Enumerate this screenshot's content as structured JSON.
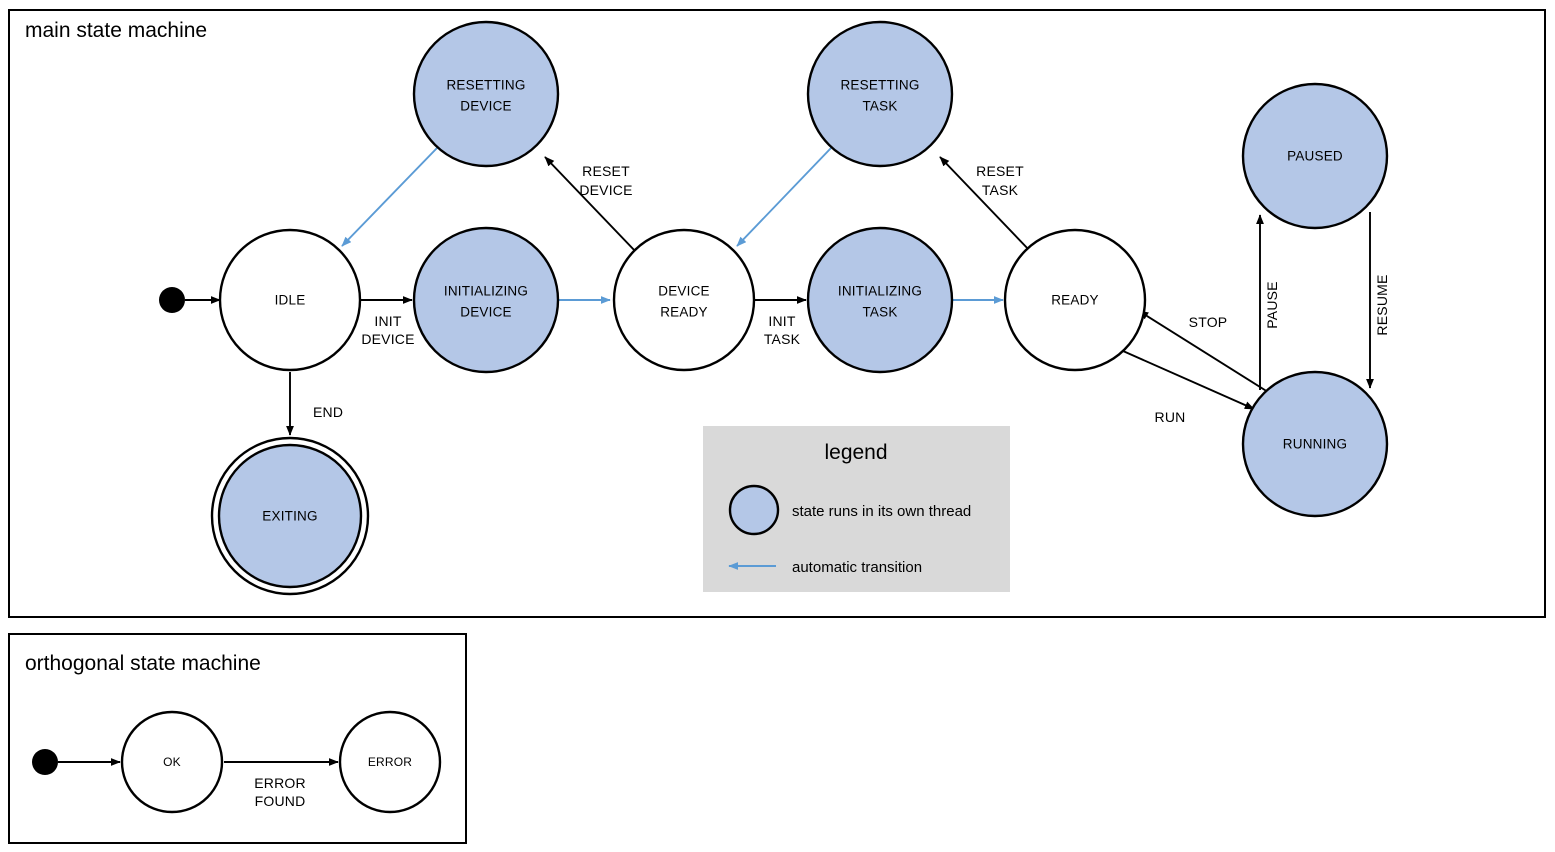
{
  "diagram": {
    "type": "state-machine",
    "colors": {
      "thread_state_fill": "#b4c7e7",
      "plain_state_fill": "#ffffff",
      "automatic_transition": "#5b9bd5",
      "normal_transition": "#000000",
      "legend_background": "#d9d9d9",
      "border": "#000000"
    }
  },
  "main": {
    "title": "main state machine",
    "states": [
      {
        "id": "idle",
        "label_line1": "IDLE",
        "label_line2": "",
        "kind": "plain"
      },
      {
        "id": "resetting-device",
        "label_line1": "RESETTING",
        "label_line2": "DEVICE",
        "kind": "thread"
      },
      {
        "id": "initializing-device",
        "label_line1": "INITIALIZING",
        "label_line2": "DEVICE",
        "kind": "thread"
      },
      {
        "id": "device-ready",
        "label_line1": "DEVICE",
        "label_line2": "READY",
        "kind": "plain"
      },
      {
        "id": "resetting-task",
        "label_line1": "RESETTING",
        "label_line2": "TASK",
        "kind": "thread"
      },
      {
        "id": "initializing-task",
        "label_line1": "INITIALIZING",
        "label_line2": "TASK",
        "kind": "thread"
      },
      {
        "id": "ready",
        "label_line1": "READY",
        "label_line2": "",
        "kind": "plain"
      },
      {
        "id": "paused",
        "label_line1": "PAUSED",
        "label_line2": "",
        "kind": "thread"
      },
      {
        "id": "running",
        "label_line1": "RUNNING",
        "label_line2": "",
        "kind": "thread"
      },
      {
        "id": "exiting",
        "label_line1": "EXITING",
        "label_line2": "",
        "kind": "thread-final"
      }
    ],
    "transitions": [
      {
        "id": "start-idle",
        "from": "start",
        "to": "idle",
        "label_line1": "",
        "label_line2": "",
        "auto": false
      },
      {
        "id": "idle-initdevice",
        "from": "idle",
        "to": "initializing-device",
        "label_line1": "INIT",
        "label_line2": "DEVICE",
        "auto": false
      },
      {
        "id": "initdevice-deviceready",
        "from": "initializing-device",
        "to": "device-ready",
        "label_line1": "",
        "label_line2": "",
        "auto": true
      },
      {
        "id": "deviceready-resetdevice",
        "from": "device-ready",
        "to": "resetting-device",
        "label_line1": "RESET",
        "label_line2": "DEVICE",
        "auto": false
      },
      {
        "id": "resetdevice-idle",
        "from": "resetting-device",
        "to": "idle",
        "label_line1": "",
        "label_line2": "",
        "auto": true
      },
      {
        "id": "deviceready-inittask",
        "from": "device-ready",
        "to": "initializing-task",
        "label_line1": "INIT",
        "label_line2": "TASK",
        "auto": false
      },
      {
        "id": "inittask-ready",
        "from": "initializing-task",
        "to": "ready",
        "label_line1": "",
        "label_line2": "",
        "auto": true
      },
      {
        "id": "ready-resettask",
        "from": "ready",
        "to": "resetting-task",
        "label_line1": "RESET",
        "label_line2": "TASK",
        "auto": false
      },
      {
        "id": "resettask-deviceready",
        "from": "resetting-task",
        "to": "device-ready",
        "label_line1": "",
        "label_line2": "",
        "auto": true
      },
      {
        "id": "ready-running",
        "from": "ready",
        "to": "running",
        "label_line1": "RUN",
        "label_line2": "",
        "auto": false
      },
      {
        "id": "running-ready",
        "from": "running",
        "to": "ready",
        "label_line1": "STOP",
        "label_line2": "",
        "auto": false
      },
      {
        "id": "running-paused",
        "from": "running",
        "to": "paused",
        "label_line1": "PAUSE",
        "label_line2": "",
        "auto": false
      },
      {
        "id": "paused-running",
        "from": "paused",
        "to": "running",
        "label_line1": "RESUME",
        "label_line2": "",
        "auto": false
      },
      {
        "id": "idle-exiting",
        "from": "idle",
        "to": "exiting",
        "label_line1": "END",
        "label_line2": "",
        "auto": false
      }
    ],
    "labels": {
      "init_device_l1": "INIT",
      "init_device_l2": "DEVICE",
      "reset_device_l1": "RESET",
      "reset_device_l2": "DEVICE",
      "init_task_l1": "INIT",
      "init_task_l2": "TASK",
      "reset_task_l1": "RESET",
      "reset_task_l2": "TASK",
      "run": "RUN",
      "stop": "STOP",
      "pause": "PAUSE",
      "resume": "RESUME",
      "end": "END"
    },
    "node_text": {
      "idle": "IDLE",
      "resetting_device_l1": "RESETTING",
      "resetting_device_l2": "DEVICE",
      "initializing_device_l1": "INITIALIZING",
      "initializing_device_l2": "DEVICE",
      "device_ready_l1": "DEVICE",
      "device_ready_l2": "READY",
      "resetting_task_l1": "RESETTING",
      "resetting_task_l2": "TASK",
      "initializing_task_l1": "INITIALIZING",
      "initializing_task_l2": "TASK",
      "ready": "READY",
      "paused": "PAUSED",
      "running": "RUNNING",
      "exiting": "EXITING"
    }
  },
  "legend": {
    "title": "legend",
    "items": [
      {
        "id": "thread-state",
        "symbol": "filled-circle",
        "text": "state runs in its own thread"
      },
      {
        "id": "auto-transition",
        "symbol": "blue-arrow",
        "text": "automatic transition"
      }
    ],
    "item1_text": "state runs in its own thread",
    "item2_text": "automatic transition"
  },
  "orthogonal": {
    "title": "orthogonal state machine",
    "states": [
      {
        "id": "ok",
        "label": "OK",
        "kind": "plain"
      },
      {
        "id": "error",
        "label": "ERROR",
        "kind": "plain"
      }
    ],
    "node_text": {
      "ok": "OK",
      "error": "ERROR"
    },
    "transitions": [
      {
        "id": "start-ok",
        "from": "start",
        "to": "ok",
        "label_line1": "",
        "label_line2": ""
      },
      {
        "id": "ok-error",
        "from": "ok",
        "to": "error",
        "label_line1": "ERROR",
        "label_line2": "FOUND"
      }
    ],
    "labels": {
      "error_found_l1": "ERROR",
      "error_found_l2": "FOUND"
    }
  }
}
